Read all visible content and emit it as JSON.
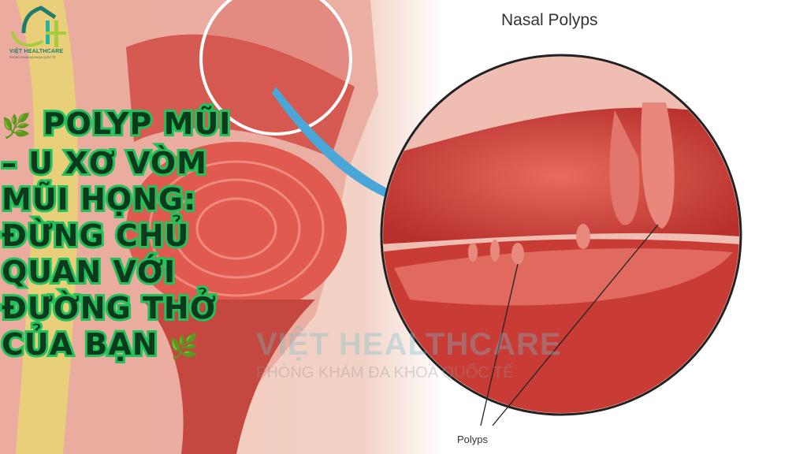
{
  "logo": {
    "name": "VIỆT HEALTHCARE",
    "subtitle": "PHÒNG KHÁM ĐA KHOA QUỐC TẾ"
  },
  "title": {
    "lines": [
      "POLYP MŨI",
      "– U XƠ VÒM",
      "MŨI HỌNG:",
      "ĐỪNG CHỦ",
      "QUAN VỚI",
      "ĐƯỜNG THỞ",
      "CỦA BẠN"
    ],
    "sprig": "🌿"
  },
  "illustration": {
    "heading": "Nasal Polyps",
    "pointer_label": "Polyps"
  },
  "watermark": {
    "name": "VIỆT HEALTHCARE",
    "subtitle": "PHÒNG KHÁM ĐA KHOA QUỐC TẾ"
  },
  "colors": {
    "title_fill": "#0c3a1c",
    "title_stroke": "#22c25a",
    "tissue": "#d8504a",
    "arrow": "#4aa6d6"
  }
}
